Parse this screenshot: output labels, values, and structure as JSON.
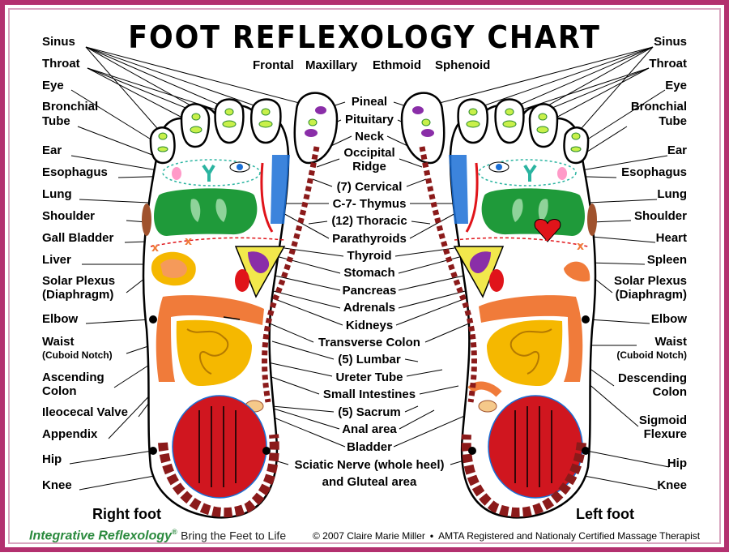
{
  "title": "FOOT REFLEXOLOGY CHART",
  "left_labels": {
    "sinus": "Sinus",
    "throat": "Throat",
    "eye": "Eye",
    "bronchial_1": "Bronchial",
    "bronchial_2": "Tube",
    "ear": "Ear",
    "esophagus": "Esophagus",
    "lung": "Lung",
    "shoulder": "Shoulder",
    "gall_bladder": "Gall Bladder",
    "liver": "Liver",
    "solar_1": "Solar Plexus",
    "solar_2": "(Diaphragm)",
    "elbow": "Elbow",
    "waist": "Waist",
    "waist_sub": "(Cuboid Notch)",
    "ascending_1": "Ascending",
    "ascending_2": "Colon",
    "ileocecal": "Ileocecal Valve",
    "appendix": "Appendix",
    "hip": "Hip",
    "knee": "Knee"
  },
  "right_labels": {
    "sinus": "Sinus",
    "throat": "Throat",
    "eye": "Eye",
    "bronchial_1": "Bronchial",
    "bronchial_2": "Tube",
    "ear": "Ear",
    "esophagus": "Esophagus",
    "lung": "Lung",
    "shoulder": "Shoulder",
    "heart": "Heart",
    "spleen": "Spleen",
    "solar_1": "Solar Plexus",
    "solar_2": "(Diaphragm)",
    "elbow": "Elbow",
    "waist": "Waist",
    "waist_sub": "(Cuboid Notch)",
    "descending_1": "Descending",
    "descending_2": "Colon",
    "sigmoid_1": "Sigmoid",
    "sigmoid_2": "Flexure",
    "hip": "Hip",
    "knee": "Knee"
  },
  "top_labels": {
    "frontal": "Frontal",
    "maxillary": "Maxillary",
    "ethmoid": "Ethmoid",
    "sphenoid": "Sphenoid"
  },
  "center_labels": {
    "pineal": "Pineal",
    "pituitary": "Pituitary",
    "neck": "Neck",
    "occipital_1": "Occipital",
    "occipital_2": "Ridge",
    "cervical": "(7) Cervical",
    "thymus": "C-7- Thymus",
    "thoracic": "(12) Thoracic",
    "parathyroids": "Parathyroids",
    "thyroid": "Thyroid",
    "stomach": "Stomach",
    "pancreas": "Pancreas",
    "adrenals": "Adrenals",
    "kidneys": "Kidneys",
    "transverse": "Transverse Colon",
    "lumbar": "(5) Lumbar",
    "ureter": "Ureter Tube",
    "small_int": "Small Intestines",
    "sacrum": "(5) Sacrum",
    "anal": "Anal area",
    "bladder": "Bladder",
    "sciatic_1": "Sciatic Nerve (whole heel)",
    "sciatic_2": "and Gluteal area"
  },
  "foot_names": {
    "right": "Right foot",
    "left": "Left foot"
  },
  "footer": {
    "brand": "Integrative Reflexology",
    "reg": "®",
    "tagline": "Bring the Feet to Life",
    "copyright": "© 2007 Claire Marie Miller",
    "bullet": "•",
    "credential": "AMTA Registered and Nationaly Certified Massage Therapist"
  },
  "colors": {
    "frame": "#b3306f",
    "lung": "#1f9a3a",
    "heel": "#d0161f",
    "heel_dots": "#8b1a1a",
    "colon": "#f07b3a",
    "small_intestine": "#f5b800",
    "stomach": "#f2e84c",
    "spine": "#8b1a1a",
    "kidney": "#e0141a",
    "ureter_blue": "#1a6fd6",
    "thymus": "#3a6ff0",
    "pancreas_purple": "#8a2ea8",
    "heart": "#e0141a",
    "liver": "#f59a5a",
    "brand_green": "#2b8a3e"
  }
}
